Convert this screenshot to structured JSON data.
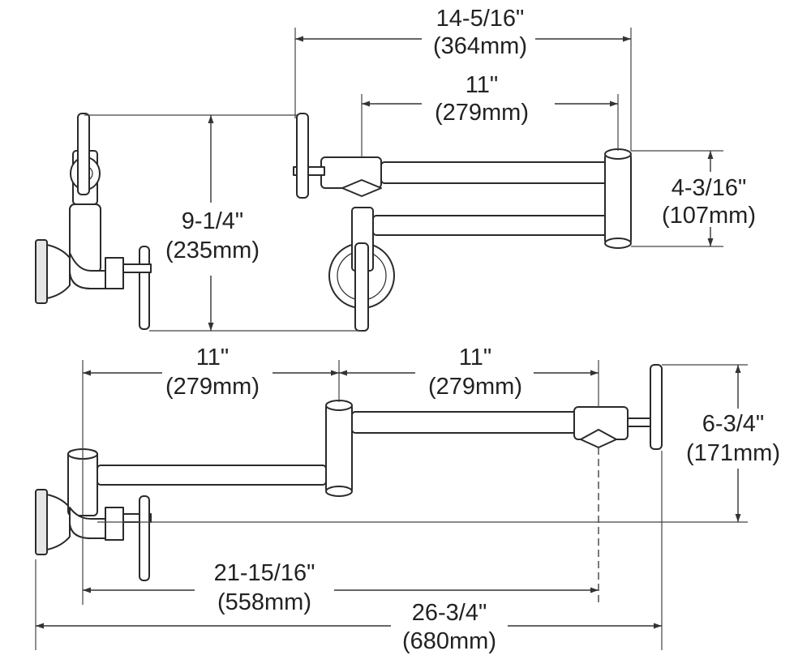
{
  "dimensions": {
    "top_overall_width": {
      "imperial": "14-5/16\"",
      "metric": "(364mm)"
    },
    "top_arm_length": {
      "imperial": "11\"",
      "metric": "(279mm)"
    },
    "top_height": {
      "imperial": "9-1/4\"",
      "metric": "(235mm)"
    },
    "top_elbow_height": {
      "imperial": "4-3/16\"",
      "metric": "(107mm)"
    },
    "bottom_arm_left": {
      "imperial": "11\"",
      "metric": "(279mm)"
    },
    "bottom_arm_right": {
      "imperial": "11\"",
      "metric": "(279mm)"
    },
    "bottom_rise": {
      "imperial": "6-3/4\"",
      "metric": "(171mm)"
    },
    "bottom_spout_reach": {
      "imperial": "21-15/16\"",
      "metric": "(558mm)"
    },
    "bottom_overall_reach": {
      "imperial": "26-3/4\"",
      "metric": "(680mm)"
    }
  }
}
